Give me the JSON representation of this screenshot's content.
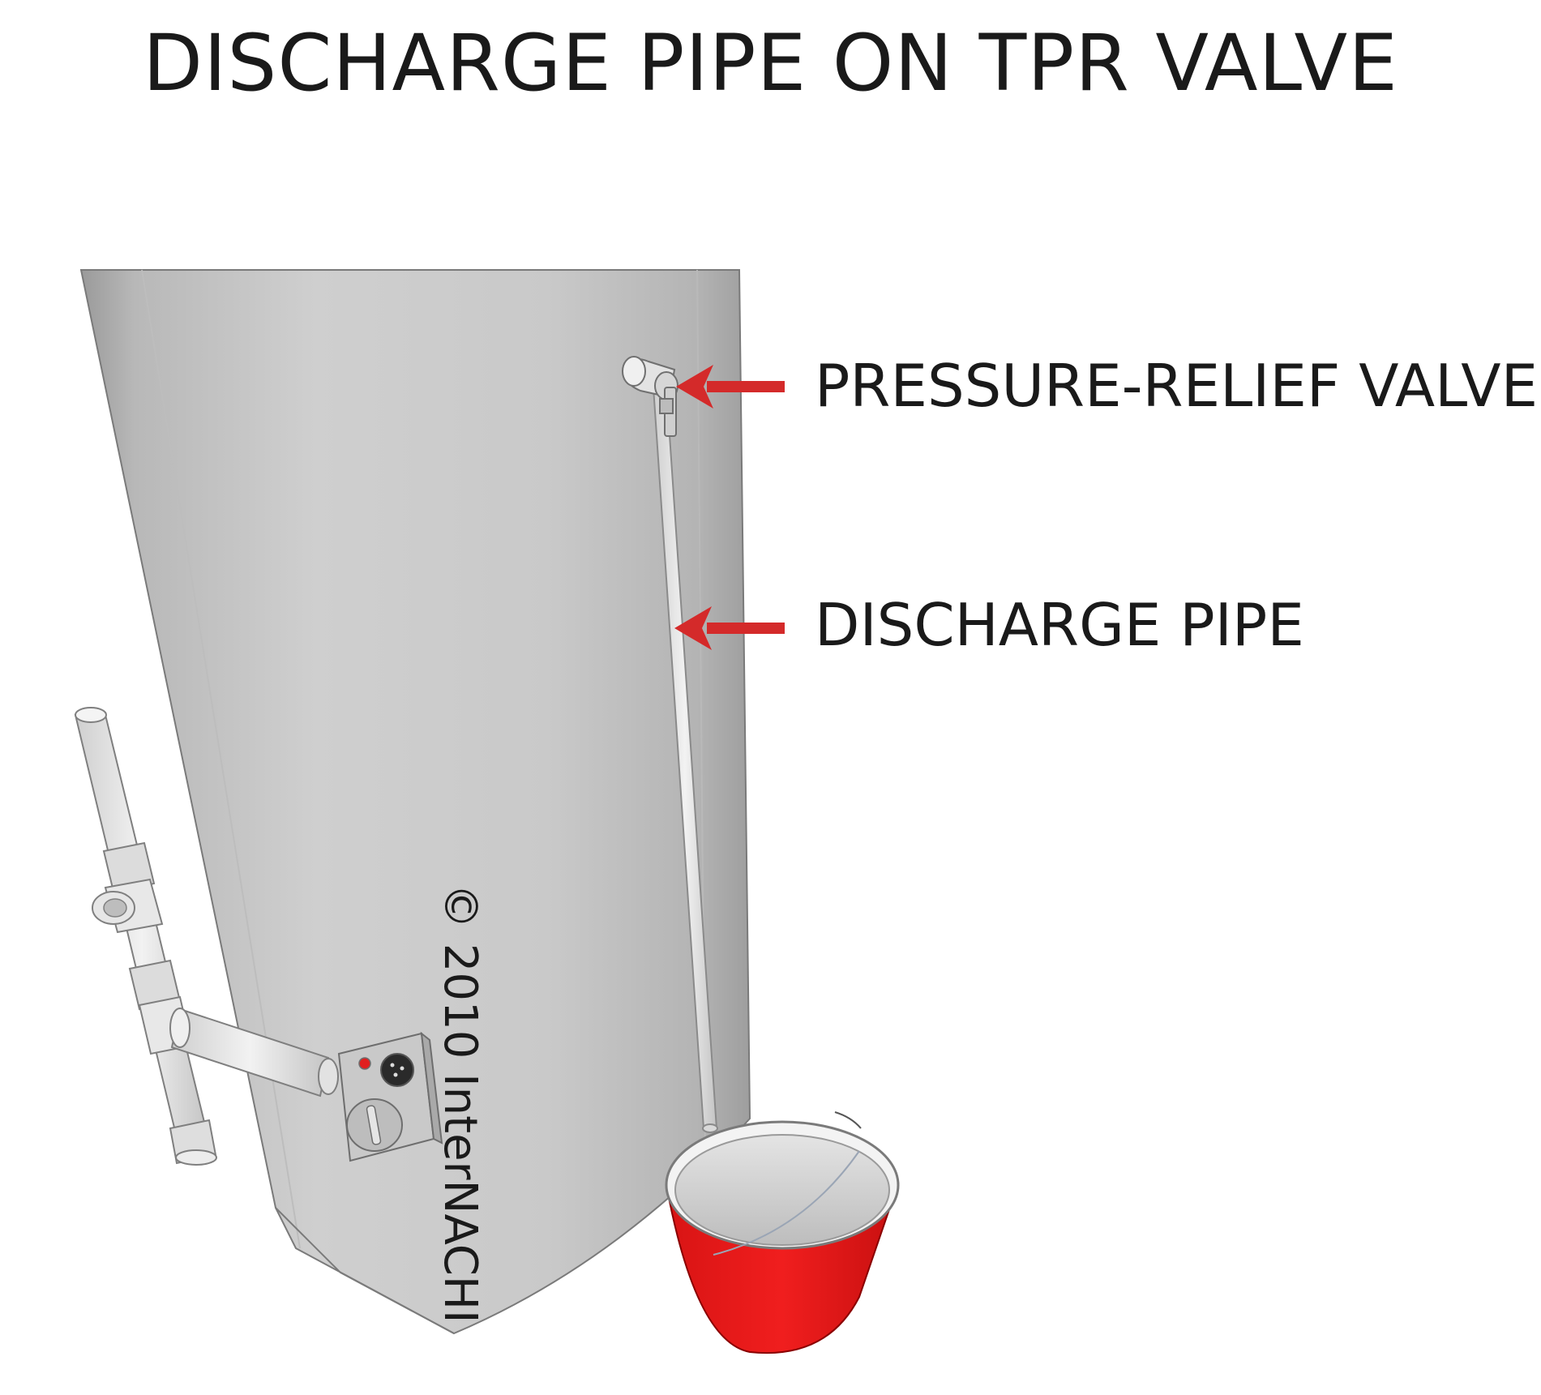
{
  "title": "DISCHARGE PIPE ON TPR VALVE",
  "callouts": {
    "pressure_relief_valve": "PRESSURE-RELIEF VALVE",
    "discharge_pipe": "DISCHARGE PIPE"
  },
  "copyright": "© 2010 InterNACHI",
  "colors": {
    "arrow": "#d42a2a",
    "bucket": "#e81a1a",
    "tank": "#c8c8c8",
    "pipe": "#e6e6e6"
  }
}
